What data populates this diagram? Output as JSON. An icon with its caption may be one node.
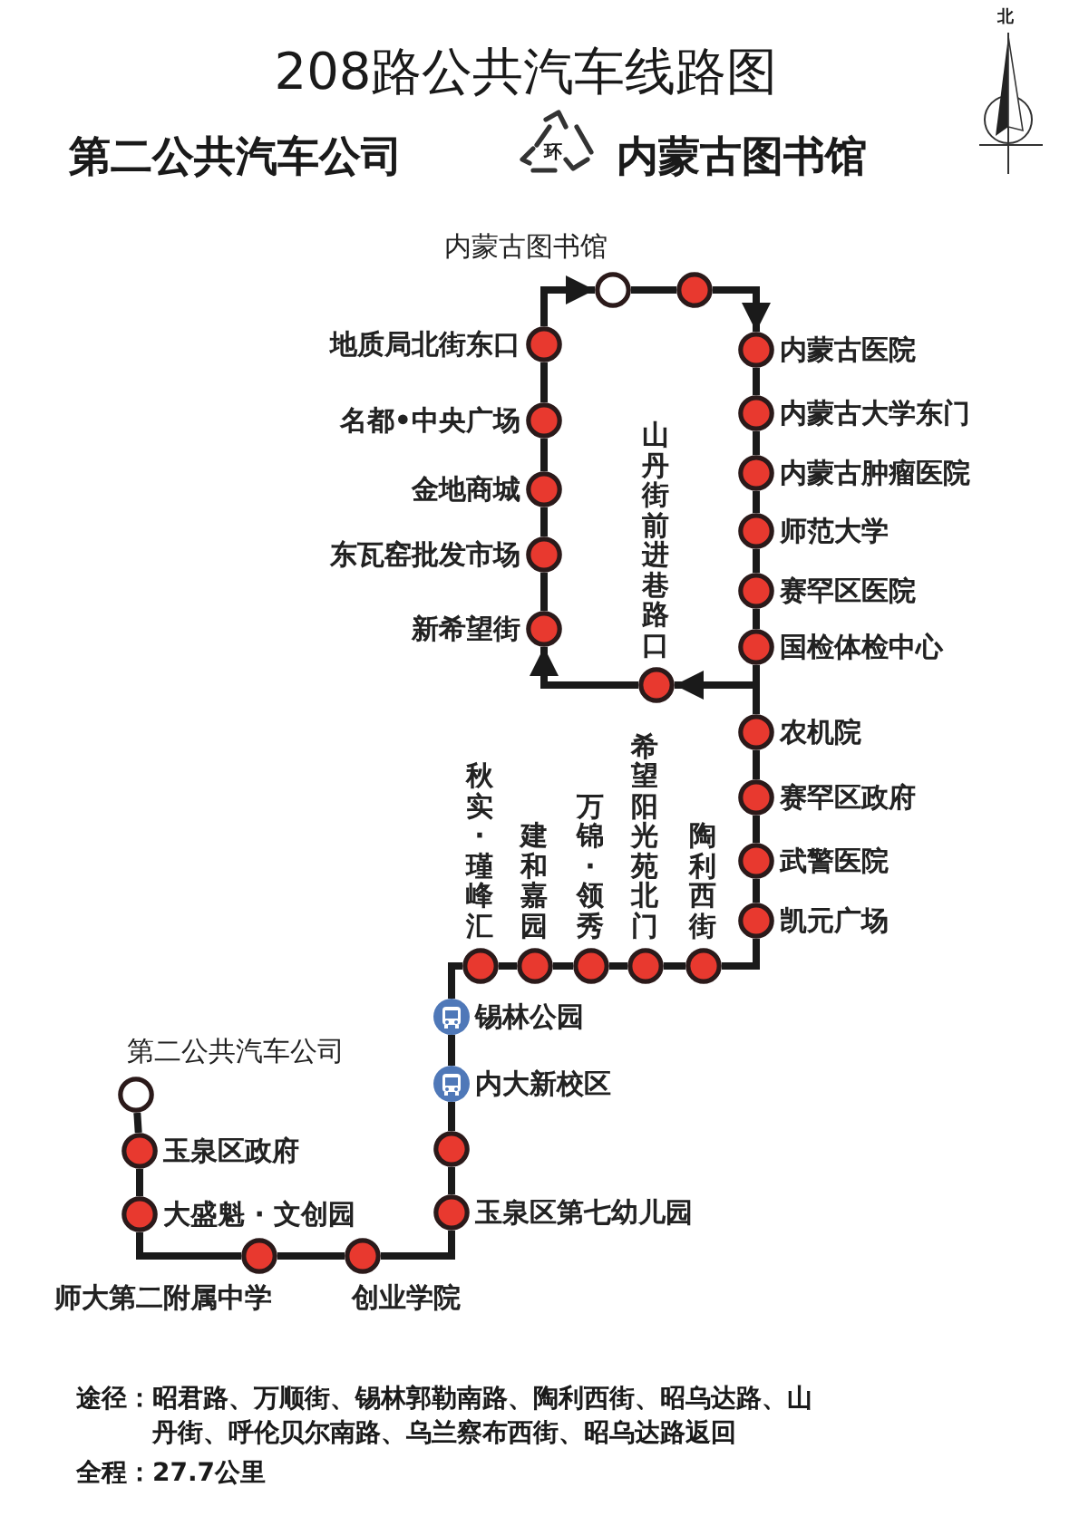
{
  "diagram": {
    "title": "208路公共汽车线路图",
    "nodes": [
      {
        "text": [],
        "shape": "ring",
        "beside": [
          "内蒙古图书馆"
        ]
      },
      {
        "text": [],
        "shape": "circle"
      },
      {
        "text": [],
        "shape": "circle",
        "beside": [
          "地质局北街东口"
        ]
      },
      {
        "text": [],
        "shape": "circle",
        "beside": [
          "内蒙古医院"
        ]
      },
      {
        "text": [],
        "shape": "circle",
        "beside": [
          "名都•中央广场"
        ]
      },
      {
        "text": [],
        "shape": "circle",
        "beside": [
          "内蒙古大学东门"
        ]
      },
      {
        "text": [],
        "shape": "circle",
        "beside": [
          "金地商城"
        ]
      },
      {
        "text": [],
        "shape": "circle",
        "beside": [
          "内蒙古肿瘤医院"
        ]
      },
      {
        "text": [],
        "shape": "circle",
        "beside": [
          "师范大学"
        ]
      },
      {
        "text": [],
        "shape": "circle",
        "beside": [
          "东瓦窑批发市场"
        ]
      },
      {
        "text": [],
        "shape": "circle",
        "beside": [
          "赛罕区医院"
        ]
      },
      {
        "text": [],
        "shape": "circle",
        "beside": [
          "新希望街"
        ]
      },
      {
        "text": [],
        "shape": "circle",
        "beside": [
          "国检体检中心"
        ]
      },
      {
        "text": [],
        "shape": "circle",
        "beside": [
          "山丹街前进巷路口"
        ]
      },
      {
        "text": [],
        "shape": "circle",
        "beside": [
          "农机院"
        ]
      },
      {
        "text": [],
        "shape": "circle",
        "beside": [
          "赛罕区政府"
        ]
      },
      {
        "text": [],
        "shape": "circle",
        "beside": [
          "武警医院"
        ]
      },
      {
        "text": [],
        "shape": "circle",
        "beside": [
          "凯元广场"
        ]
      },
      {
        "text": [],
        "shape": "circle",
        "beside": [
          "秋实·瑾峰汇"
        ]
      },
      {
        "text": [],
        "shape": "circle",
        "beside": [
          "建和嘉园"
        ]
      },
      {
        "text": [],
        "shape": "circle",
        "beside": [
          "万锦·领秀"
        ]
      },
      {
        "text": [],
        "shape": "circle",
        "beside": [
          "希望阳光苑北门"
        ]
      },
      {
        "text": [],
        "shape": "circle",
        "beside": [
          "陶利西街"
        ]
      },
      {
        "text": [],
        "shape": "bus",
        "beside": [
          "锡林公园"
        ]
      },
      {
        "text": [],
        "shape": "ring",
        "beside": [
          "第二公共汽车公司"
        ]
      },
      {
        "text": [],
        "shape": "bus",
        "beside": [
          "内大新校区"
        ]
      },
      {
        "text": [],
        "shape": "circle",
        "beside": [
          "玉泉区政府"
        ]
      },
      {
        "text": [],
        "shape": "circle"
      },
      {
        "text": [],
        "shape": "circle",
        "beside": [
          "大盛魁 · 文创园"
        ]
      },
      {
        "text": [],
        "shape": "circle",
        "beside": [
          "玉泉区第七幼儿园"
        ]
      },
      {
        "text": [],
        "shape": "circle",
        "beside": [
          "师大第二附属中学"
        ]
      },
      {
        "text": [],
        "shape": "circle",
        "beside": [
          "创业学院"
        ]
      }
    ],
    "edges": [
      {
        "from": 24,
        "to": 26,
        "arrow": "none"
      },
      {
        "from": 26,
        "to": 28,
        "arrow": "none"
      },
      {
        "from": 28,
        "to": 30,
        "arrow": "none"
      },
      {
        "from": 30,
        "to": 31,
        "arrow": "none"
      },
      {
        "from": 31,
        "to": 29,
        "arrow": "none"
      },
      {
        "from": 29,
        "to": 27,
        "arrow": "none"
      },
      {
        "from": 27,
        "to": 25,
        "arrow": "none"
      },
      {
        "from": 25,
        "to": 23,
        "arrow": "none"
      },
      {
        "from": 23,
        "to": 18,
        "arrow": "none"
      },
      {
        "from": 18,
        "to": 19,
        "arrow": "none"
      },
      {
        "from": 19,
        "to": 20,
        "arrow": "none"
      },
      {
        "from": 20,
        "to": 21,
        "arrow": "none"
      },
      {
        "from": 21,
        "to": 22,
        "arrow": "none"
      },
      {
        "from": 22,
        "to": 17,
        "arrow": "none"
      },
      {
        "from": 17,
        "to": 16,
        "arrow": "none"
      },
      {
        "from": 16,
        "to": 15,
        "arrow": "none"
      },
      {
        "from": 15,
        "to": 14,
        "arrow": "none"
      },
      {
        "from": 14,
        "to": 13,
        "arrow": "to"
      },
      {
        "from": 13,
        "to": 11,
        "arrow": "to"
      },
      {
        "from": 11,
        "to": 9,
        "arrow": "none"
      },
      {
        "from": 9,
        "to": 6,
        "arrow": "none"
      },
      {
        "from": 6,
        "to": 4,
        "arrow": "none"
      },
      {
        "from": 4,
        "to": 2,
        "arrow": "none"
      },
      {
        "from": 2,
        "to": 0,
        "arrow": "to"
      },
      {
        "from": 0,
        "to": 1,
        "arrow": "none"
      },
      {
        "from": 1,
        "to": 3,
        "arrow": "to"
      },
      {
        "from": 3,
        "to": 5,
        "arrow": "none"
      },
      {
        "from": 5,
        "to": 7,
        "arrow": "none"
      },
      {
        "from": 7,
        "to": 8,
        "arrow": "none"
      },
      {
        "from": 8,
        "to": 10,
        "arrow": "none"
      },
      {
        "from": 10,
        "to": 12,
        "arrow": "none"
      },
      {
        "from": 12,
        "to": 14,
        "arrow": "none"
      }
    ],
    "labels": [
      "北",
      "第二公共汽车公司",
      "环",
      "内蒙古图书馆",
      "途径：昭君路、万顺街、锡林郭勒南路、陶利西街、昭乌达路、山丹街、呼伦贝尔南路、乌兰察布西街、昭乌达路返回",
      "全程：27.7公里"
    ]
  }
}
